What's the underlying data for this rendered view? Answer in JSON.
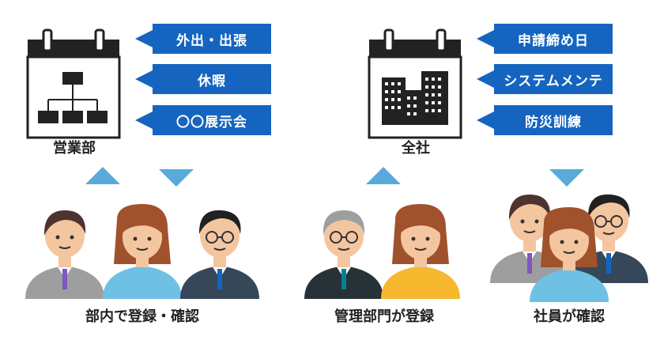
{
  "left": {
    "calendar_label": "営業部",
    "tags": [
      "外出・出張",
      "休暇",
      "〇〇展示会"
    ],
    "caption": "部内で登録・確認"
  },
  "right": {
    "calendar_label": "全社",
    "tags": [
      "申請締め日",
      "システムメンテ",
      "防災訓練"
    ],
    "caption_admin": "管理部門が登録",
    "caption_staff": "社員が確認"
  },
  "colors": {
    "tag_blue": "#1565c0",
    "arrow_blue": "#5aaad9",
    "calendar_dark": "#222222"
  },
  "icons": {
    "left_calendar": "org-chart-calendar-icon",
    "right_calendar": "building-calendar-icon"
  }
}
